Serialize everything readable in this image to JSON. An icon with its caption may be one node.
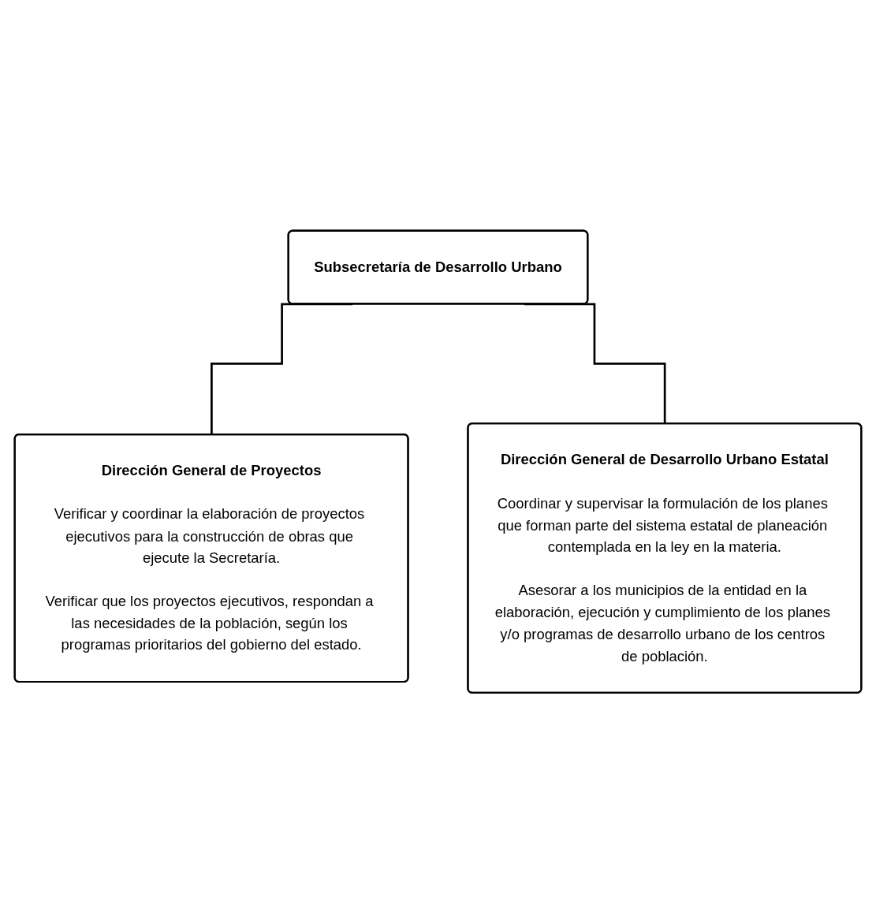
{
  "diagram": {
    "nodes": [
      {
        "text": [
          "Subsecretaría de Desarrollo Urbano"
        ]
      },
      {
        "text": [
          "Dirección General de Proyectos",
          "Verificar y coordinar la elaboración de proyectos ejecutivos para la construcción de obras que ejecute la Secretaría.",
          "Verificar que los proyectos ejecutivos, respondan a las necesidades de la población, según los programas prioritarios del gobierno del estado."
        ]
      },
      {
        "text": [
          "Dirección General de Desarrollo Urbano Estatal",
          "Coordinar y supervisar la formulación de los planes que forman parte del sistema estatal de planeación contemplada en la ley en la materia.",
          "Asesorar a los municipios de la entidad en la elaboración, ejecución y cumplimiento de los planes y/o programas de desarrollo urbano de los centros de población."
        ]
      }
    ],
    "edges": [
      {
        "from": 0,
        "to": 1,
        "arrow": "none"
      },
      {
        "from": 0,
        "to": 2,
        "arrow": "none"
      }
    ]
  }
}
